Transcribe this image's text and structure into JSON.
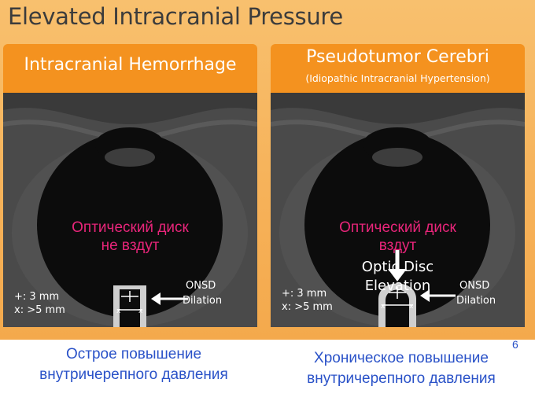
{
  "slide": {
    "title": "Elevated Intracranial Pressure",
    "page_number": "6"
  },
  "panels": [
    {
      "title": "Intracranial Hemorrhage",
      "subtitle": "",
      "ru_label_line1": "Оптический диск",
      "ru_label_line2": "не вздут",
      "measure_line1": "+: 3 mm",
      "measure_line2": "x: >5 mm",
      "onsd_line1": "ONSD",
      "onsd_line2": "Dilation",
      "caption_line1": "Острое повышение",
      "caption_line2": "внутричерепного давления"
    },
    {
      "title": "Pseudotumor Cerebri",
      "subtitle": "(Idiopathic Intracranial Hypertension)",
      "ru_label_line1": "Оптический диск",
      "ru_label_line2": "вздут",
      "en_label_line1": "Optic Disc",
      "en_label_line2": "Elevation",
      "measure_line1": "+: 3 mm",
      "measure_line2": "x: >5 mm",
      "onsd_line1": "ONSD",
      "onsd_line2": "Dilation",
      "caption_line1": "Хроническое повышение",
      "caption_line2": "внутричерепного давления"
    }
  ],
  "colors": {
    "header_orange": "#f4921f",
    "background_orange": "#f6b158",
    "panel_gray": "#4a4a4a",
    "eye_black": "#0c0c0c",
    "label_pink": "#e8257a",
    "caption_blue": "#2a52c8"
  }
}
